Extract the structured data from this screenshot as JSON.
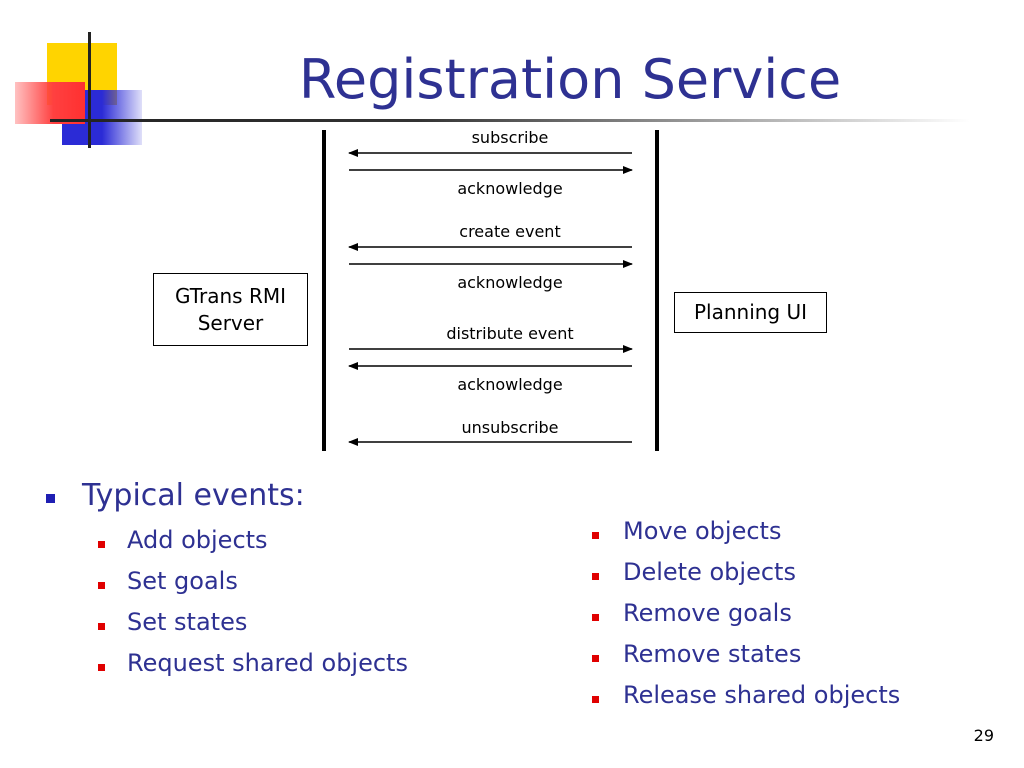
{
  "slide": {
    "title": "Registration Service",
    "page_number": "29"
  },
  "diagram": {
    "left_box": [
      "GTrans RMI",
      "Server"
    ],
    "right_box": "Planning UI",
    "messages": [
      {
        "label": "subscribe",
        "direction": "left"
      },
      {
        "label": "acknowledge",
        "direction": "right"
      },
      {
        "label": "create event",
        "direction": "left"
      },
      {
        "label": "acknowledge",
        "direction": "right"
      },
      {
        "label": "distribute event",
        "direction": "right"
      },
      {
        "label": "acknowledge",
        "direction": "left"
      },
      {
        "label": "unsubscribe",
        "direction": "left"
      }
    ]
  },
  "bullets": {
    "heading": "Typical events:",
    "left_items": [
      "Add objects",
      "Set goals",
      "Set states",
      "Request shared objects"
    ],
    "right_items": [
      "Move objects",
      "Delete objects",
      "Remove goals",
      "Remove states",
      "Release shared objects"
    ]
  },
  "colors": {
    "title": "#2e3192",
    "bullet_text": "#2e3192",
    "sub_bullet": "#e00000",
    "main_bullet": "#1f1fb3"
  }
}
